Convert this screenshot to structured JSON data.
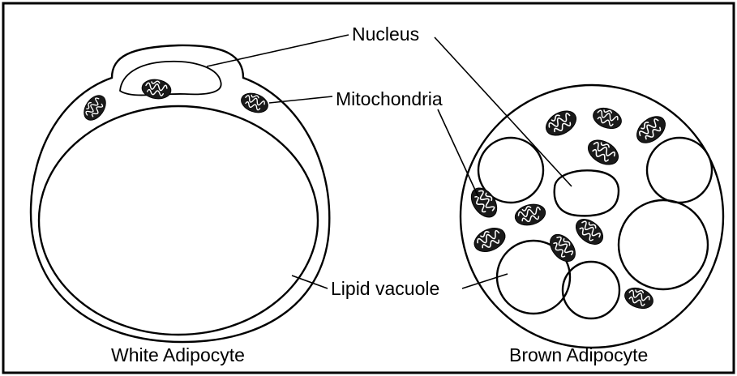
{
  "labels": {
    "nucleus": "Nucleus",
    "mitochondria": "Mitochondria",
    "lipid_vacuole": "Lipid vacuole",
    "white_adipocyte": "White Adipocyte",
    "brown_adipocyte": "Brown Adipocyte"
  },
  "colors": {
    "line": "#000000",
    "background": "#ffffff",
    "mitochondria_fill": "#1a1a1a"
  }
}
